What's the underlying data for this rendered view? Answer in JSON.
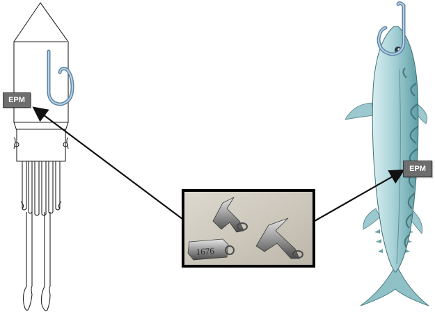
{
  "tags": {
    "left_label": "EPM",
    "right_label": "EPM"
  },
  "photo": {
    "tag_number": "1676"
  },
  "colors": {
    "hook": "#7fa6c4",
    "tag_box": "#6e6e6e",
    "arrow": "#111111",
    "fish_body": "#9cc8cf",
    "fish_stripes": "#3f6f73"
  }
}
